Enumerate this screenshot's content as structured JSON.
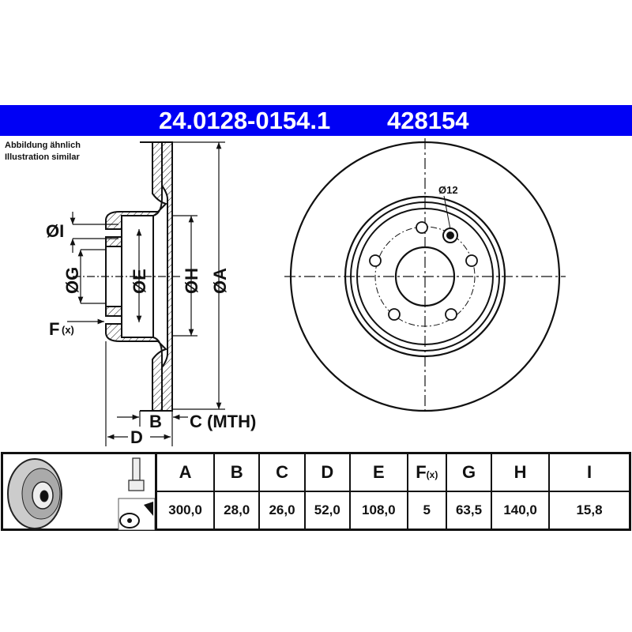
{
  "header": {
    "part_number": "24.0128-0154.1",
    "article_number": "428154",
    "band_color": "#0000f5"
  },
  "note": {
    "line1": "Abbildung ähnlich",
    "line2": "Illustration similar"
  },
  "diagram": {
    "labels": {
      "I": "ØI",
      "G": "ØG",
      "E": "ØE",
      "H": "ØH",
      "A": "ØA",
      "F": "F",
      "F_sub": "(x)",
      "B": "B",
      "C": "C (MTH)",
      "D": "D",
      "hole": "Ø12"
    }
  },
  "table": {
    "headers": [
      "A",
      "B",
      "C",
      "D",
      "E",
      "F",
      "G",
      "H",
      "I"
    ],
    "header_F_sub": "(x)",
    "values": [
      "300,0",
      "28,0",
      "26,0",
      "52,0",
      "108,0",
      "5",
      "63,5",
      "140,0",
      "15,8"
    ],
    "icons": [
      "brake-disc-icon",
      "bolt-icon",
      "cleaning-spray-icon"
    ]
  }
}
